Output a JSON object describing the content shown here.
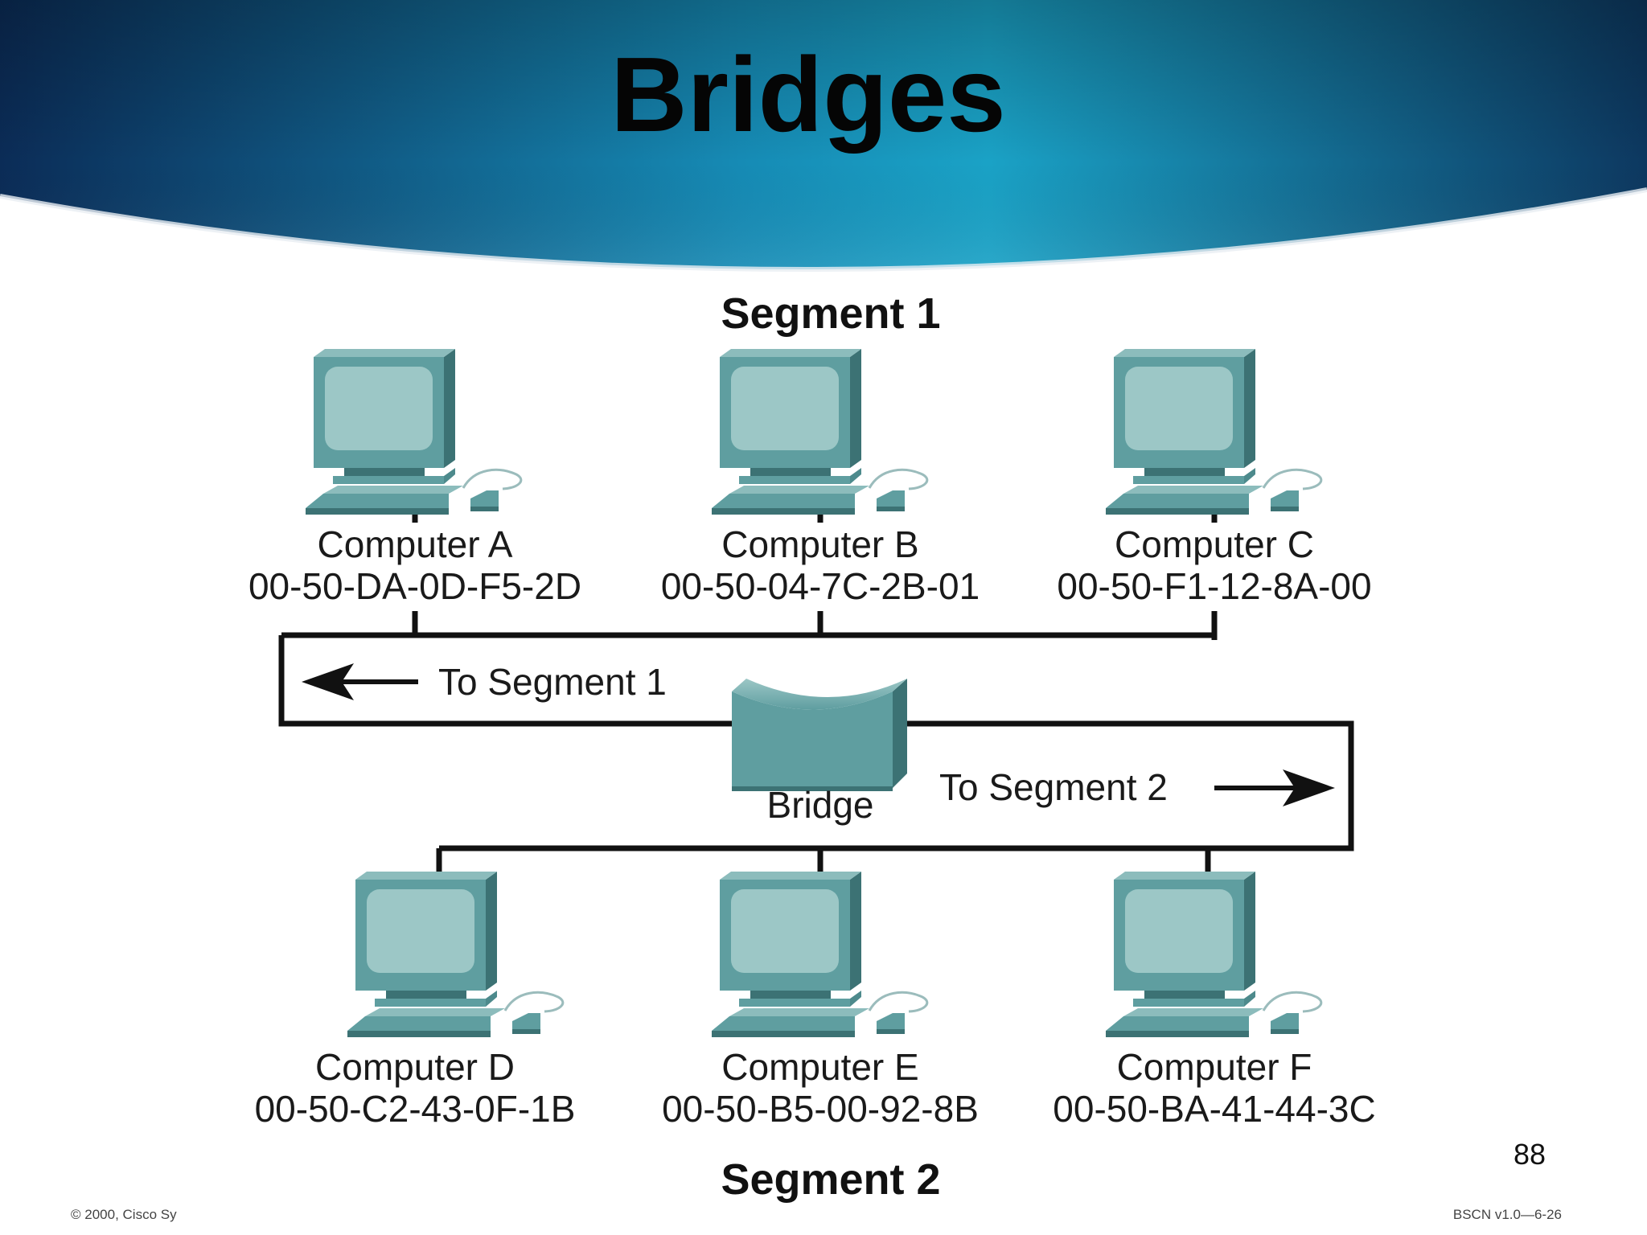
{
  "title": "Bridges",
  "segment_top": "Segment 1",
  "segment_bottom": "Segment 2",
  "computers": [
    {
      "name": "Computer A",
      "mac": "00-50-DA-0D-F5-2D"
    },
    {
      "name": "Computer B",
      "mac": "00-50-04-7C-2B-01"
    },
    {
      "name": "Computer C",
      "mac": "00-50-F1-12-8A-00"
    },
    {
      "name": "Computer D",
      "mac": "00-50-C2-43-0F-1B"
    },
    {
      "name": "Computer E",
      "mac": "00-50-B5-00-92-8B"
    },
    {
      "name": "Computer F",
      "mac": "00-50-BA-41-44-3C"
    }
  ],
  "bridge_label": "Bridge",
  "arrow_to_segment_1": "To Segment 1",
  "arrow_to_segment_2": "To Segment 2",
  "page_number": "88",
  "footer_left": "© 2000, Cisco Sy",
  "footer_right": "BSCN v1.0—6-26",
  "colors": {
    "banner_dark": "#0d2f55",
    "banner_light": "#1a9ec1",
    "device_teal": "#5f9ea0",
    "device_dark": "#3c7274",
    "device_screen": "#9cc7c6",
    "line": "#111111"
  }
}
